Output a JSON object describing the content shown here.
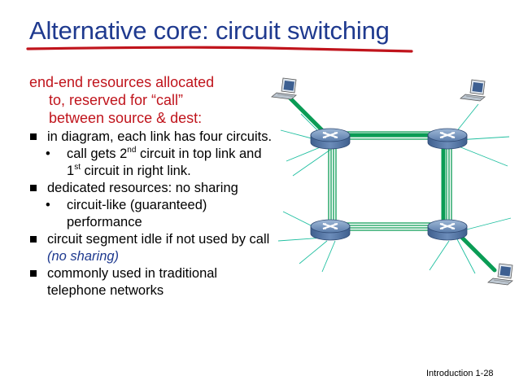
{
  "slide": {
    "title": "Alternative core: circuit switching",
    "intro_line1": "end-end resources allocated",
    "intro_line2": "to, reserved for “call”",
    "intro_line3": "between source & dest:",
    "bullet1": "in diagram, each link has four circuits.",
    "sub1_pre": "call gets 2",
    "sub1_sup1": "nd",
    "sub1_mid": " circuit in top link and 1",
    "sub1_sup2": "st",
    "sub1_post": " circuit in right link.",
    "bullet2": "dedicated resources: no sharing",
    "sub2": "circuit-like (guaranteed) performance",
    "bullet3_pre": "circuit segment idle if not used by call ",
    "bullet3_em": "(no sharing)",
    "bullet4": "commonly used in traditional telephone networks",
    "footer": "Introduction 1-28"
  },
  "colors": {
    "title": "#1f3a8f",
    "underline": "#c0141c",
    "intro": "#c0141c",
    "link": "#0a9c55",
    "call_path": "#0a9c55",
    "router": "#4a6c9c"
  },
  "icons": [
    "router-icon",
    "computer-icon"
  ]
}
